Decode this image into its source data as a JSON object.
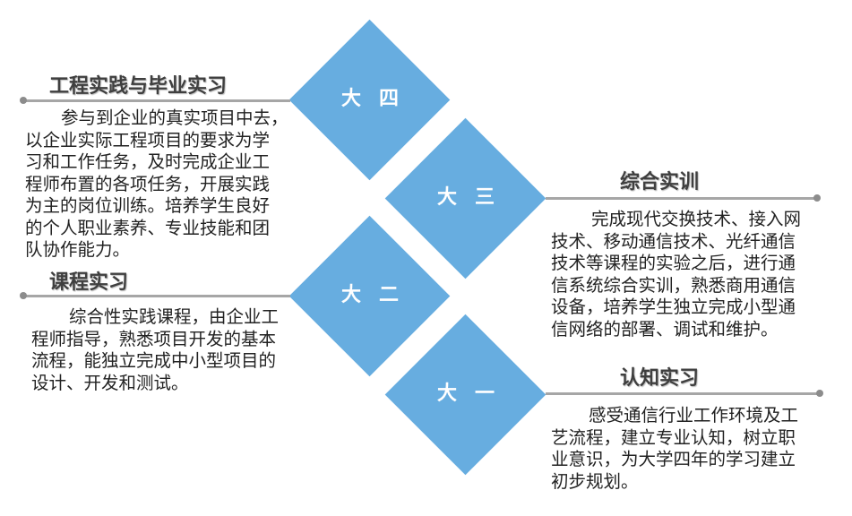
{
  "colors": {
    "diamond": "#67ade0",
    "line": "#a6a6a6",
    "title": "#3f3f3f"
  },
  "stages": [
    {
      "year": [
        "大",
        "四"
      ],
      "title": "工程实践与毕业实习",
      "lines": [
        "参与到企业的真实项目中去，",
        "以企业实际工程项目的要求为学",
        "习和工作任务，及时完成企业工",
        "程师布置的各项任务，开展实践",
        "为主的岗位训练。培养学生良好",
        "的个人职业素养、专业技能和团",
        "队协作能力。"
      ]
    },
    {
      "year": [
        "大",
        "三"
      ],
      "title": "综合实训",
      "lines": [
        "完成现代交换技术、接入网",
        "技术、移动通信技术、光纤通信",
        "技术等课程的实验之后，进行通",
        "信系统综合实训，熟悉商用通信",
        "设备，培养学生独立完成小型通",
        "信网络的部署、调试和维护。"
      ]
    },
    {
      "year": [
        "大",
        "二"
      ],
      "title": "课程实习",
      "lines": [
        "综合性实践课程，由企业工",
        "程师指导，熟悉项目开发的基本",
        "流程，能独立完成中小型项目的",
        "设计、开发和测试。"
      ]
    },
    {
      "year": [
        "大",
        "一"
      ],
      "title": "认知实习",
      "lines": [
        "感受通信行业工作环境及工",
        "艺流程，建立专业认知，树立职",
        "业意识，为大学四年的学习建立",
        "初步规划。"
      ]
    }
  ]
}
